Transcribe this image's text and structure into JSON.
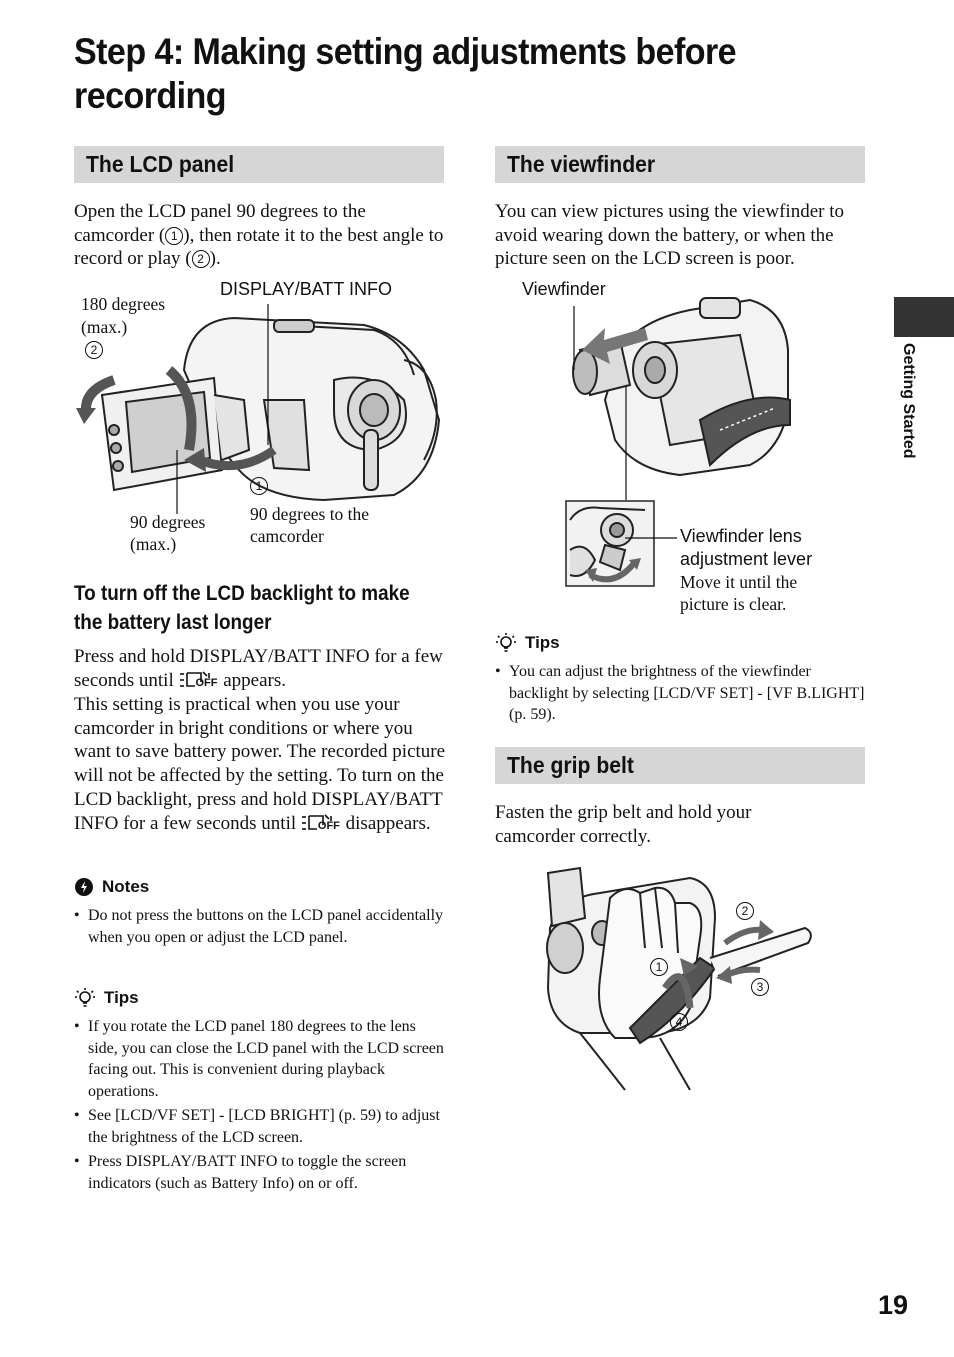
{
  "page": {
    "title": "Step 4: Making setting adjustments before recording",
    "side_tab": "Getting Started",
    "page_number": "19"
  },
  "lcd": {
    "heading": "The LCD panel",
    "intro_a": "Open the LCD panel 90 degrees to the camcorder (",
    "intro_b": "), then rotate it to the best angle to record or play (",
    "intro_c": ").",
    "marker_1": "1",
    "marker_2": "2",
    "fig": {
      "display_label": "DISPLAY/BATT INFO",
      "deg180_line1": "180 degrees",
      "deg180_line2": "(max.)",
      "marker_2": "2",
      "deg90_line1": "90 degrees",
      "deg90_line2": "(max.)",
      "marker_1": "1",
      "to_cam_line1": "90 degrees to the",
      "to_cam_line2": "camcorder"
    },
    "backlight": {
      "heading_line1": "To turn off the LCD backlight to make",
      "heading_line2": "the battery last longer",
      "p1_a": "Press and hold DISPLAY/BATT INFO for a few seconds until ",
      "p1_b": " appears.",
      "p2_a": "This setting is practical when you use your camcorder in bright conditions or where you want to save battery power. The recorded picture will not be affected by the setting. To turn on the LCD backlight, press and hold DISPLAY/BATT INFO for a few seconds until ",
      "p2_b": " disappears.",
      "off_label": "OFF"
    },
    "notes": {
      "heading": "Notes",
      "items": [
        "Do not press the buttons on the LCD panel accidentally when you open or adjust the LCD panel."
      ]
    },
    "tips": {
      "heading": "Tips",
      "items": [
        "If you rotate the LCD panel 180 degrees to the lens side, you can close the LCD panel with the LCD screen facing out. This is convenient during playback operations.",
        "See [LCD/VF SET] - [LCD BRIGHT] (p. 59) to adjust the brightness of the LCD screen.",
        "Press DISPLAY/BATT INFO to toggle the screen indicators (such as Battery Info) on or off."
      ]
    }
  },
  "viewfinder": {
    "heading": "The viewfinder",
    "intro": "You can view pictures using the viewfinder to avoid wearing down the battery, or when the picture seen on the LCD screen is poor.",
    "fig": {
      "viewfinder_label": "Viewfinder",
      "lever_line1": "Viewfinder lens",
      "lever_line2": "adjustment lever",
      "move_line1": "Move it until the",
      "move_line2": "picture is clear."
    },
    "tips": {
      "heading": "Tips",
      "items": [
        "You can adjust the brightness of the viewfinder backlight by selecting [LCD/VF SET] - [VF B.LIGHT] (p. 59)."
      ]
    }
  },
  "grip": {
    "heading": "The grip belt",
    "intro": "Fasten the grip belt and hold your camcorder correctly.",
    "fig": {
      "m1": "1",
      "m2": "2",
      "m3": "3",
      "m4": "4"
    }
  }
}
